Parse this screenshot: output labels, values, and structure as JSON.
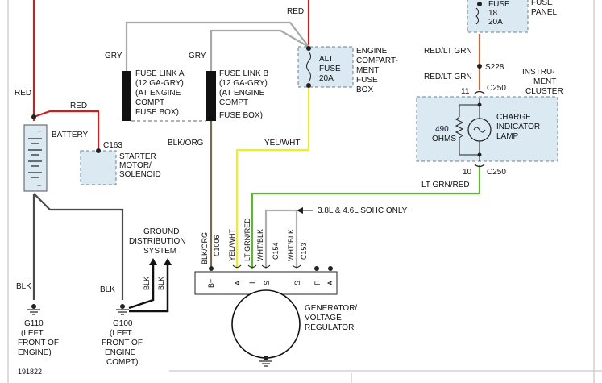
{
  "top": {
    "red": "RED",
    "fuse_panel": [
      "FUSE",
      "PANEL"
    ],
    "fuse18": [
      "FUSE",
      "18",
      "20A"
    ]
  },
  "fuse_links": {
    "a_wire": "GRY",
    "b_wire": "GRY",
    "a_label": [
      "FUSE LINK A",
      "(12 GA-GRY)",
      "(AT ENGINE",
      "COMPT",
      "FUSE BOX)"
    ],
    "b_label": [
      "FUSE LINK B",
      "(12 GA-GRY)",
      "(AT ENGINE",
      "COMPT",
      "FUSE BOX)"
    ]
  },
  "alt_fuse": {
    "label": [
      "ALT",
      "FUSE",
      "20A"
    ],
    "box": [
      "ENGINE",
      "COMPART-",
      "MENT",
      "FUSE",
      "BOX"
    ]
  },
  "battery": {
    "label": "BATTERY",
    "red_left": "RED",
    "red_right": "RED",
    "plus": "+",
    "minus": "−"
  },
  "starter": {
    "connector": "C163",
    "label": [
      "STARTER",
      "MOTOR/",
      "SOLENOID"
    ]
  },
  "wires": {
    "blk_org": "BLK/ORG",
    "yel_wht": "YEL/WHT",
    "lt_grn_red": "LT GRN/RED",
    "red_ltgrn_top": "RED/LT GRN",
    "red_ltgrn_bottom": "RED/LT GRN",
    "splice": "S228",
    "blk_left": "BLK",
    "blk_mid": "BLK"
  },
  "cluster": {
    "title": [
      "INSTRU-",
      "MENT",
      "CLUSTER"
    ],
    "pin_top": "11",
    "conn_top": "C250",
    "pin_bottom": "10",
    "conn_bottom": "C250",
    "ohms": [
      "490",
      "OHMS"
    ],
    "lamp": [
      "CHARGE",
      "INDICATOR",
      "LAMP"
    ]
  },
  "sohc_note": "3.8L & 4.6L SOHC ONLY",
  "ground_dist": {
    "title": [
      "GROUND",
      "DISTRIBUTION",
      "SYSTEM"
    ],
    "blk1": "BLK",
    "blk2": "BLK"
  },
  "grounds": {
    "g110": [
      "G110",
      "(LEFT",
      "FRONT OF",
      "ENGINE)"
    ],
    "g100": [
      "G100",
      "(LEFT",
      "FRONT OF",
      "ENGINE",
      "COMPT)"
    ]
  },
  "generator": {
    "pin_wires": [
      "BLK/ORG",
      "YEL/WHT",
      "LT GRN/RED",
      "WHT/BLK",
      "C154",
      "WHT/BLK",
      "C153"
    ],
    "c1006": "C1006",
    "terminals": [
      "B+",
      "A",
      "I",
      "S",
      "S",
      "F",
      "A"
    ],
    "label": [
      "GENERATOR/",
      "VOLTAGE",
      "REGULATOR"
    ]
  },
  "figure_id": "191822",
  "colors": {
    "red": "#d01c1c",
    "gray": "#a9a9a9",
    "yellow": "#eeee22",
    "green": "#5cb82e",
    "brown": "#7a6a50",
    "rust": "#c86a3c",
    "dark": "#4a4a4a",
    "box": "#dbe9f3"
  }
}
